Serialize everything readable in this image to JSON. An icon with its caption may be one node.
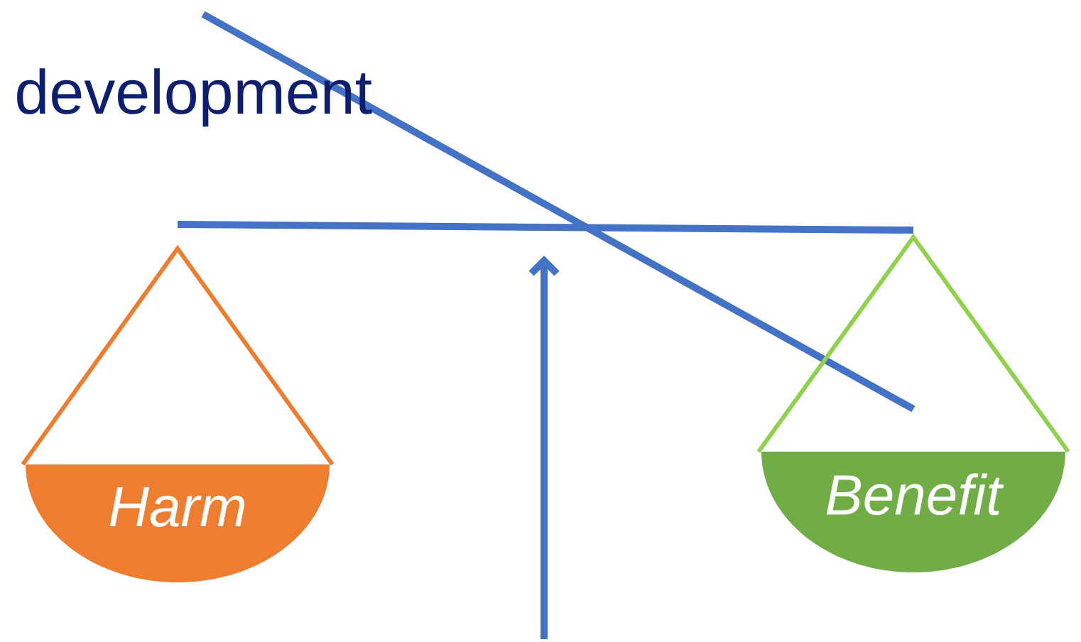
{
  "diagram": {
    "nodes": [
      {
        "text": [
          "Harm"
        ]
      },
      {
        "text": [
          "Benefit"
        ]
      }
    ],
    "labels": [
      "development"
    ]
  }
}
